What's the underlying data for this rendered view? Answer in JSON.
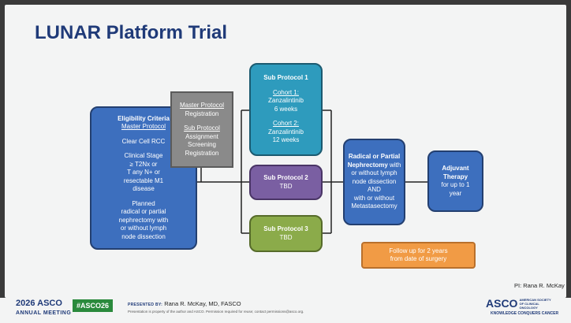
{
  "title": "LUNAR Platform Trial",
  "eligibility": {
    "heading1": "Eligibility Criteria",
    "heading2": "Master Protocol",
    "line1": "Clear Cell RCC",
    "line2": "Clinical Stage",
    "line3": "≥ T2Nx  or",
    "line4": "T any N+ or",
    "line5": "resectable M1",
    "line6": "disease",
    "line7": "Planned",
    "line8": "radical or partial",
    "line9": "nephrectomy with",
    "line10": "or without lymph",
    "line11": "node dissection"
  },
  "master": {
    "heading1": "Master Protocol",
    "line1": "Registration",
    "heading2": "Sub Protocol",
    "line2": "Assignment",
    "line3": "Screening",
    "line4": "Registration"
  },
  "sub1": {
    "heading": "Sub Protocol 1",
    "c1_label": "Cohort 1:",
    "c1_drug": "Zanzalintinib",
    "c1_dur": "6 weeks",
    "c2_label": "Cohort 2:",
    "c2_drug": "Zanzalintinib",
    "c2_dur": "12 weeks"
  },
  "sub2": {
    "heading": "Sub Protocol 2",
    "body": "TBD"
  },
  "sub3": {
    "heading": "Sub Protocol 3",
    "body": "TBD"
  },
  "surgery": {
    "heading1": "Radical or Partial",
    "heading2": "Nephrectomy",
    "line1": " with",
    "line2": "or without lymph",
    "line3": "node dissection",
    "line4": "AND",
    "line5": "with or without",
    "line6": "Metastasectomy"
  },
  "adjuvant": {
    "heading1": "Adjuvant",
    "heading2": "Therapy",
    "line1": "for up to 1",
    "line2": "year"
  },
  "followup": {
    "line1": "Follow up for 2 years",
    "line2": "from date of surgery"
  },
  "pi": "PI: Rana R. McKay",
  "footer": {
    "year": "2026",
    "asco": "ASCO",
    "meeting": "ANNUAL MEETING",
    "hashtag": "#ASCO26",
    "presented_label": "PRESENTED BY:",
    "presenter": "Rana R. McKay, MD, FASCO",
    "notice": "Presentation is property of the author and ASCO. Permission required for reuse; contact permissions@asco.org.",
    "logo": "ASCO",
    "logo_small": "AMERICAN SOCIETY OF CLINICAL ONCOLOGY",
    "tagline": "KNOWLEDGE CONQUERS CANCER"
  },
  "colors": {
    "title": "#1f3a78",
    "blue": "#3d6fbe",
    "teal": "#2e9bbd",
    "purple": "#7a5fa2",
    "green": "#8bab4a",
    "gray": "#8a8a8a",
    "orange": "#f19b45",
    "hashtag": "#2a8a3c"
  }
}
